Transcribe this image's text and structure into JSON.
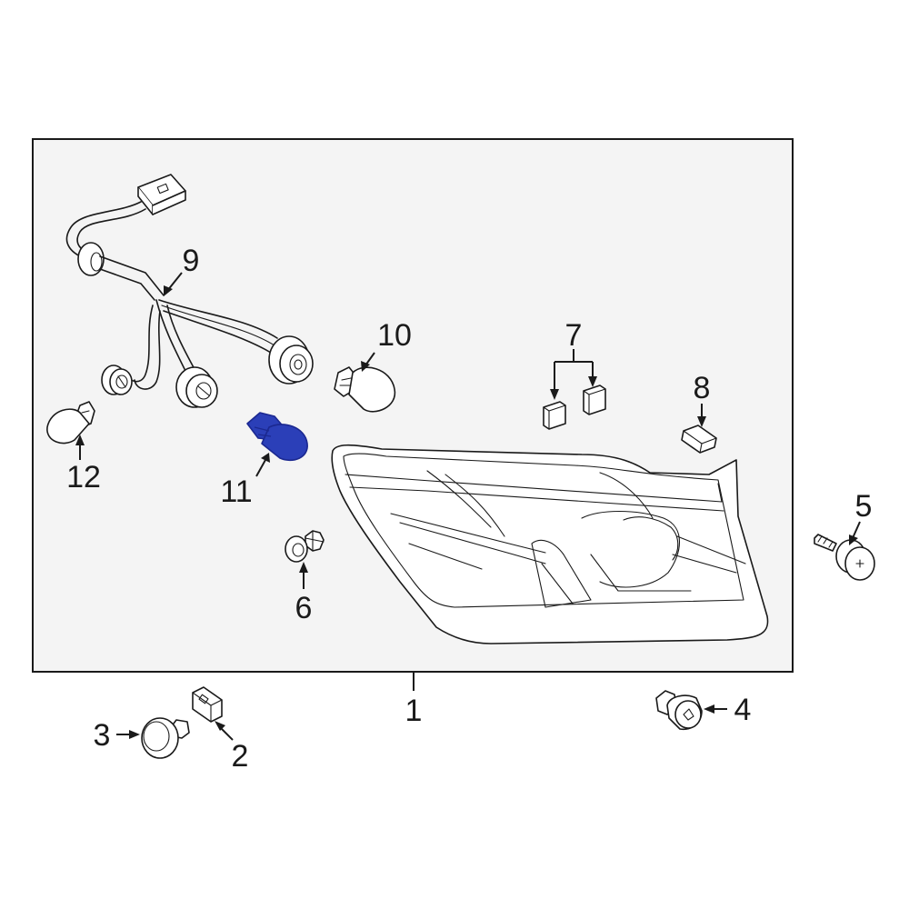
{
  "callouts": {
    "c1": "1",
    "c2": "2",
    "c3": "3",
    "c4": "4",
    "c5": "5",
    "c6": "6",
    "c7": "7",
    "c8": "8",
    "c9": "9",
    "c10": "10",
    "c11": "11",
    "c12": "12"
  },
  "colors": {
    "panel_fill": "#f4f4f4",
    "line": "#1a1a1a",
    "highlight_bulb": "#2b3fb8",
    "highlight_bulb_dark": "#1b2890"
  },
  "highlighted_part": "11"
}
